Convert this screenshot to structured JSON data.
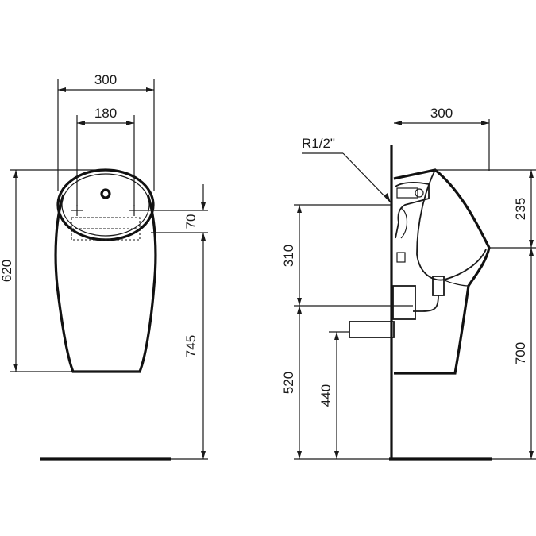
{
  "front_view": {
    "dim_total_width": "300",
    "dim_fixing_spacing": "180",
    "dim_total_height": "620",
    "dim_fixing_offset": "70",
    "dim_fixing_height": "745"
  },
  "side_view": {
    "dim_depth": "300",
    "connection_label": "R1/2\"",
    "dim_top_offset": "235",
    "dim_supply_height": "310",
    "dim_rim_height": "700",
    "dim_outlet_height": "520",
    "dim_waste_height": "440"
  },
  "colors": {
    "line": "#111111",
    "background": "#ffffff"
  }
}
